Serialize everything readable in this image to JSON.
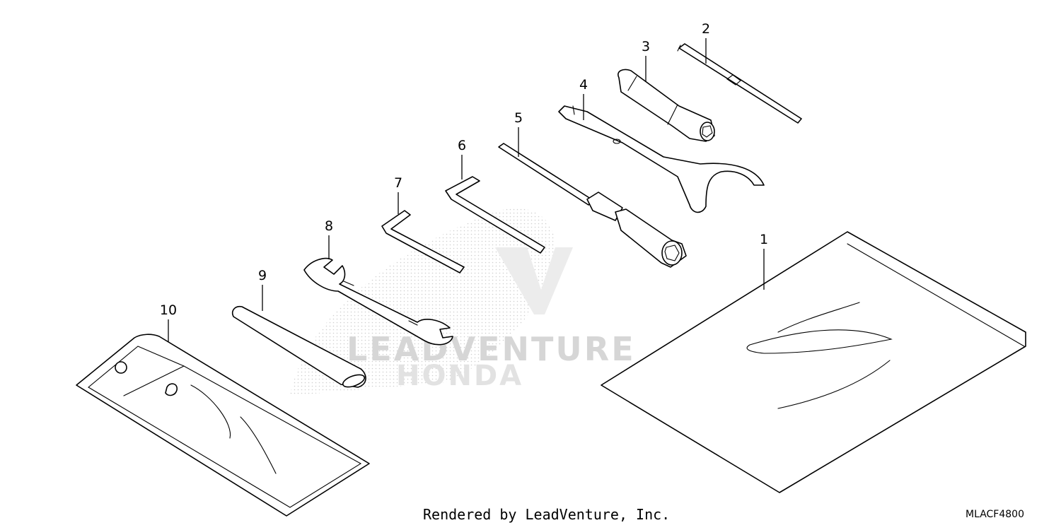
{
  "callouts": {
    "c1": "1",
    "c2": "2",
    "c3": "3",
    "c4": "4",
    "c5": "5",
    "c6": "6",
    "c7": "7",
    "c8": "8",
    "c9": "9",
    "c10": "10"
  },
  "watermark": {
    "brand_text": "LEADVENTURE",
    "maker_text": "HONDA"
  },
  "footer": {
    "credit": "Rendered by LeadVenture, Inc.",
    "diagram_code": "MLACF4800"
  },
  "colors": {
    "line": "#000000",
    "watermark": "#d6d6d6",
    "background": "#ffffff"
  }
}
